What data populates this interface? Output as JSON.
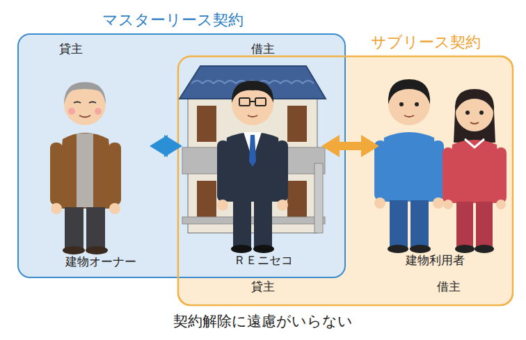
{
  "diagram": {
    "caption": "契約解除に遠慮がいらない",
    "nodes": [
      {
        "text": [
          "マスターリース契約"
        ]
      },
      {
        "text": [
          "サブリース契約"
        ]
      },
      {
        "text": [
          "貸主",
          "建物オーナー"
        ],
        "in": 0
      },
      {
        "text": [
          "借主",
          "ＲＥニセコ",
          "貸主"
        ]
      },
      {
        "text": [
          "建物利用者",
          "借主"
        ],
        "in": 1
      }
    ],
    "edges": [
      {
        "from": 2,
        "to": 3,
        "arrow": "both"
      },
      {
        "from": 3,
        "to": 4,
        "arrow": "both"
      }
    ]
  }
}
